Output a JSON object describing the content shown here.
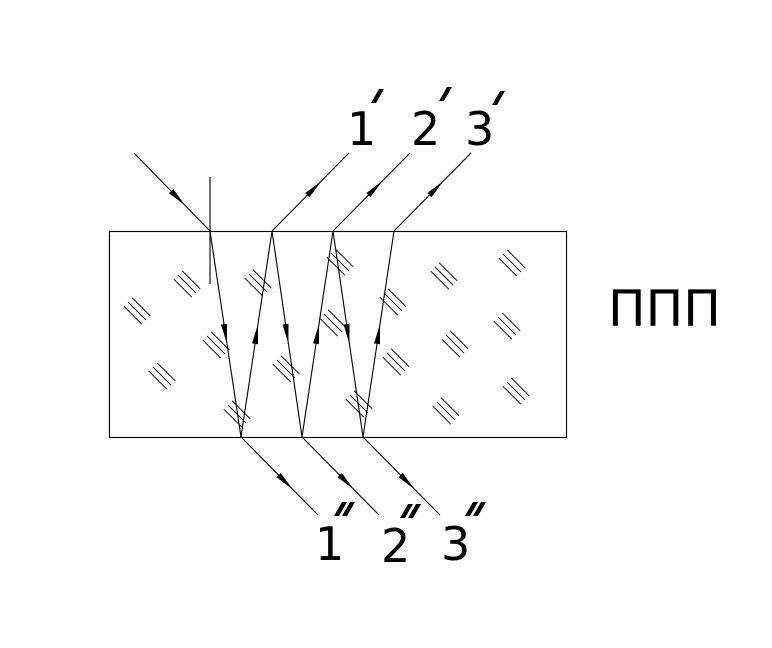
{
  "diagram": {
    "medium_label": "ППП",
    "reflected_labels": [
      "1",
      "2",
      "3"
    ],
    "transmitted_labels": [
      "1",
      "2",
      "3"
    ],
    "reflected_mark": "single-prime",
    "transmitted_mark": "double-prime",
    "colors": {
      "stroke": "#000000",
      "background": "#ffffff"
    }
  }
}
